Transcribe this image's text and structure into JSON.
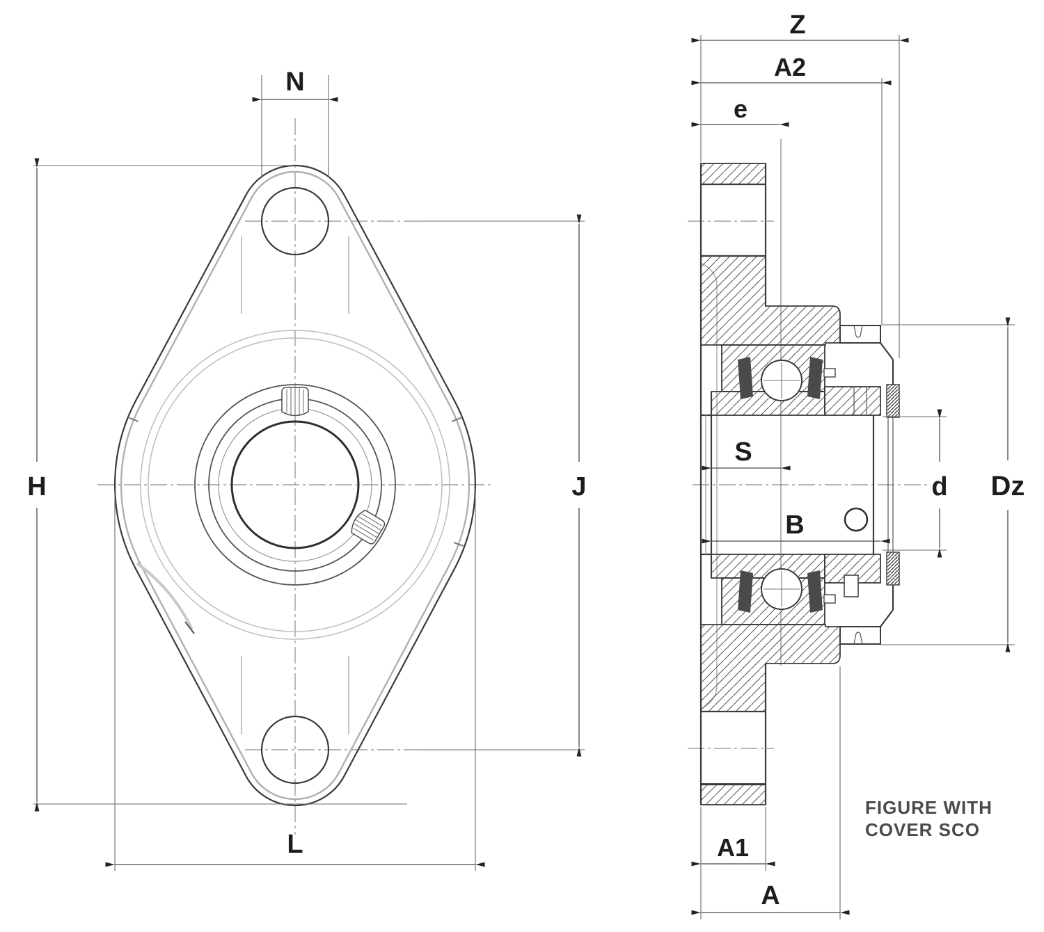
{
  "front_view": {
    "dim_labels": {
      "n": "N",
      "h": "H",
      "j": "J",
      "l": "L"
    }
  },
  "section_view": {
    "dim_labels": {
      "z": "Z",
      "a2": "A2",
      "e": "e",
      "s": "S",
      "b": "B",
      "d": "d",
      "dz": "Dz",
      "a1": "A1",
      "a": "A"
    },
    "note_line1": "FIGURE WITH",
    "note_line2": "COVER SCO"
  },
  "colors": {
    "background": "#ffffff",
    "outline": "#3b3b3b",
    "dim_line": "#4a4a4a",
    "label": "#1d1d1d",
    "light_line": "#b4b4b4",
    "note_text": "#4a4a4a"
  }
}
